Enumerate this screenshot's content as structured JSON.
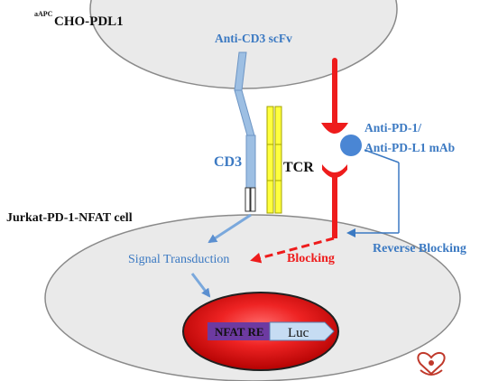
{
  "labels": {
    "apc_superscript": "aAPC",
    "apc_cell": "CHO-PDL1",
    "anti_cd3": "Anti-CD3 scFv",
    "antibody_line1": "Anti-PD-1/",
    "antibody_line2": "Anti-PD-L1 mAb",
    "cd3": "CD3",
    "tcr": "TCR",
    "jurkat_cell": "Jurkat-PD-1-NFAT cell",
    "signal_transduction": "Signal Transduction",
    "blocking": "Blocking",
    "reverse_blocking": "Reverse Blocking",
    "nfat_re": "NFAT RE",
    "luc": "Luc"
  },
  "icons": {
    "corner_logo": "heart-hands-logo-icon"
  },
  "colors": {
    "blue_label": "#3b79c2",
    "red": "#ee1c1c",
    "cd3_fill": "#9dbfe3",
    "tcr_fill": "#ffff3d",
    "nfat_fill": "#6d3aa1",
    "luc_fill": "#c6dcf3",
    "cell_fill": "#eaeaea",
    "nucleus_red": "#e81e1e"
  }
}
